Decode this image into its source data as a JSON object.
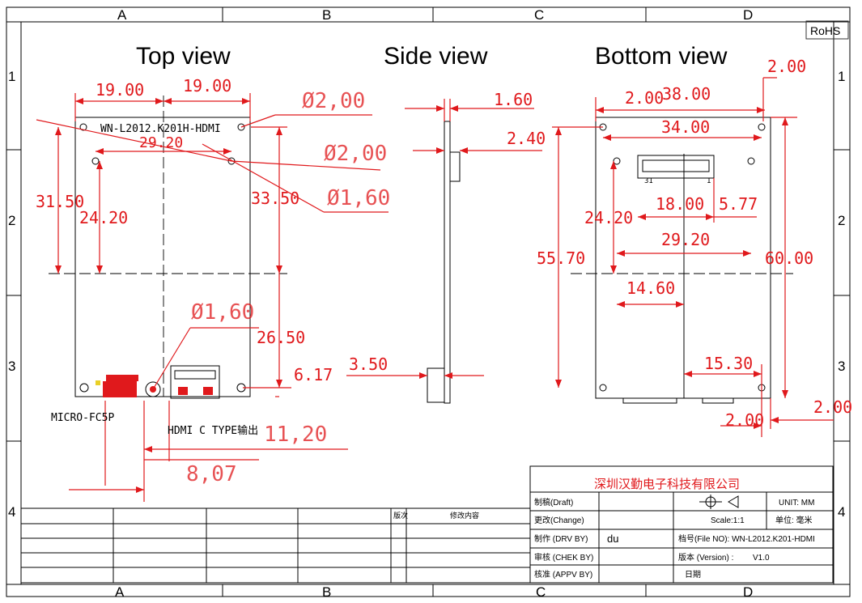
{
  "rohs": "RoHS",
  "grid": {
    "cols": [
      "A",
      "B",
      "C",
      "D"
    ],
    "rows": [
      "1",
      "2",
      "3",
      "4"
    ]
  },
  "views": {
    "top": "Top view",
    "side": "Side  view",
    "bottom": "Bottom view"
  },
  "top_view": {
    "model_label": "WN-L2012.K201H-HDMI",
    "dims": {
      "w1": "19.00",
      "w2": "19.00",
      "hole_span": "29.20",
      "h_left": "31.50",
      "h_inner": "24.20",
      "h_right": "33.50",
      "h_lower": "26.50",
      "offset_6": "6.17",
      "dia_1": "Ø2,00",
      "dia_2": "Ø2,00",
      "dia_3": "Ø1,60",
      "dia_4": "Ø1,60",
      "x_11": "11,20",
      "x_8": "8,07"
    },
    "labels": {
      "micro": "MICRO-FC5P",
      "hdmi": "HDMI C TYPE输出"
    }
  },
  "side_view": {
    "dims": {
      "thick": "1.60",
      "step": "2.40",
      "conn": "3.50"
    }
  },
  "bottom_view": {
    "dims": {
      "left_margin": "2.00",
      "width": "38.00",
      "hole_span_top": "34.00",
      "right_margin": "2.00",
      "conn_w": "18.00",
      "conn_off": "5.77",
      "h_inner": "24.20",
      "hole_span_mid": "29.20",
      "height": "55.70",
      "total_h": "60.00",
      "center_off": "14.60",
      "bottom_off": "15.30",
      "edge_r": "2.00",
      "edge_b": "2.00"
    },
    "pin_labels": {
      "left": "31",
      "right": "1"
    }
  },
  "title_block": {
    "company": "深圳汉勤电子科技有限公司",
    "unit": "UNIT: MM",
    "draft": "制稿(Draft)",
    "change": "更改(Change)",
    "scale": "Scale:1:1",
    "unit_cn": "单位: 毫米",
    "drawn_by": "制作 (DRV BY)",
    "drawn_name": "du",
    "file_no": "档号(File NO): WN-L2012.K201-HDMI",
    "checked_by": "审核 (CHEK BY)",
    "version_label": "版本 (Version) :",
    "version": "V1.0",
    "approved_by": "核准 (APPV BY)",
    "date_label": "日期",
    "rev_col1": "版次",
    "rev_col2": "修改内容"
  }
}
